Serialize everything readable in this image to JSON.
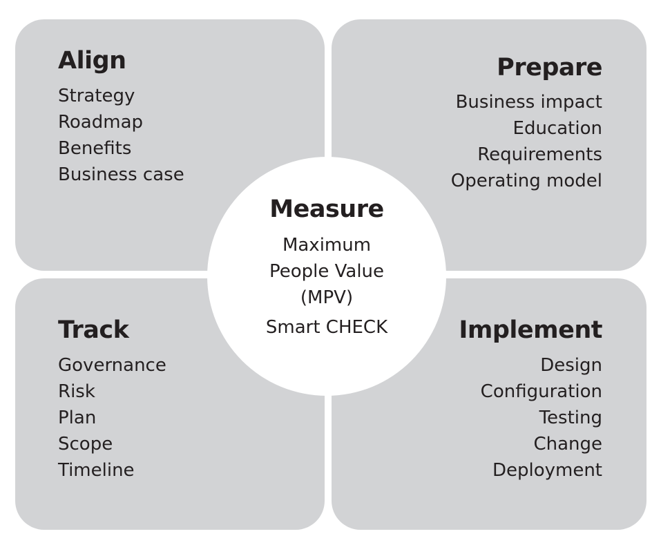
{
  "quadrants": {
    "align": {
      "title": "Align",
      "items": [
        "Strategy",
        "Roadmap",
        "Benefits",
        "Business case"
      ]
    },
    "prepare": {
      "title": "Prepare",
      "items": [
        "Business impact",
        "Education",
        "Requirements",
        "Operating model"
      ]
    },
    "track": {
      "title": "Track",
      "items": [
        "Governance",
        "Risk",
        "Plan",
        "Scope",
        "Timeline"
      ]
    },
    "implement": {
      "title": "Implement",
      "items": [
        "Design",
        "Configuration",
        "Testing",
        "Change",
        "Deployment"
      ]
    }
  },
  "center": {
    "title": "Measure",
    "lines": [
      "Maximum",
      "People Value",
      "(MPV)"
    ],
    "extra": "Smart CHECK"
  },
  "colors": {
    "quadrant_fill": "#d2d3d5",
    "text": "#231f20",
    "center_fill": "#ffffff"
  }
}
